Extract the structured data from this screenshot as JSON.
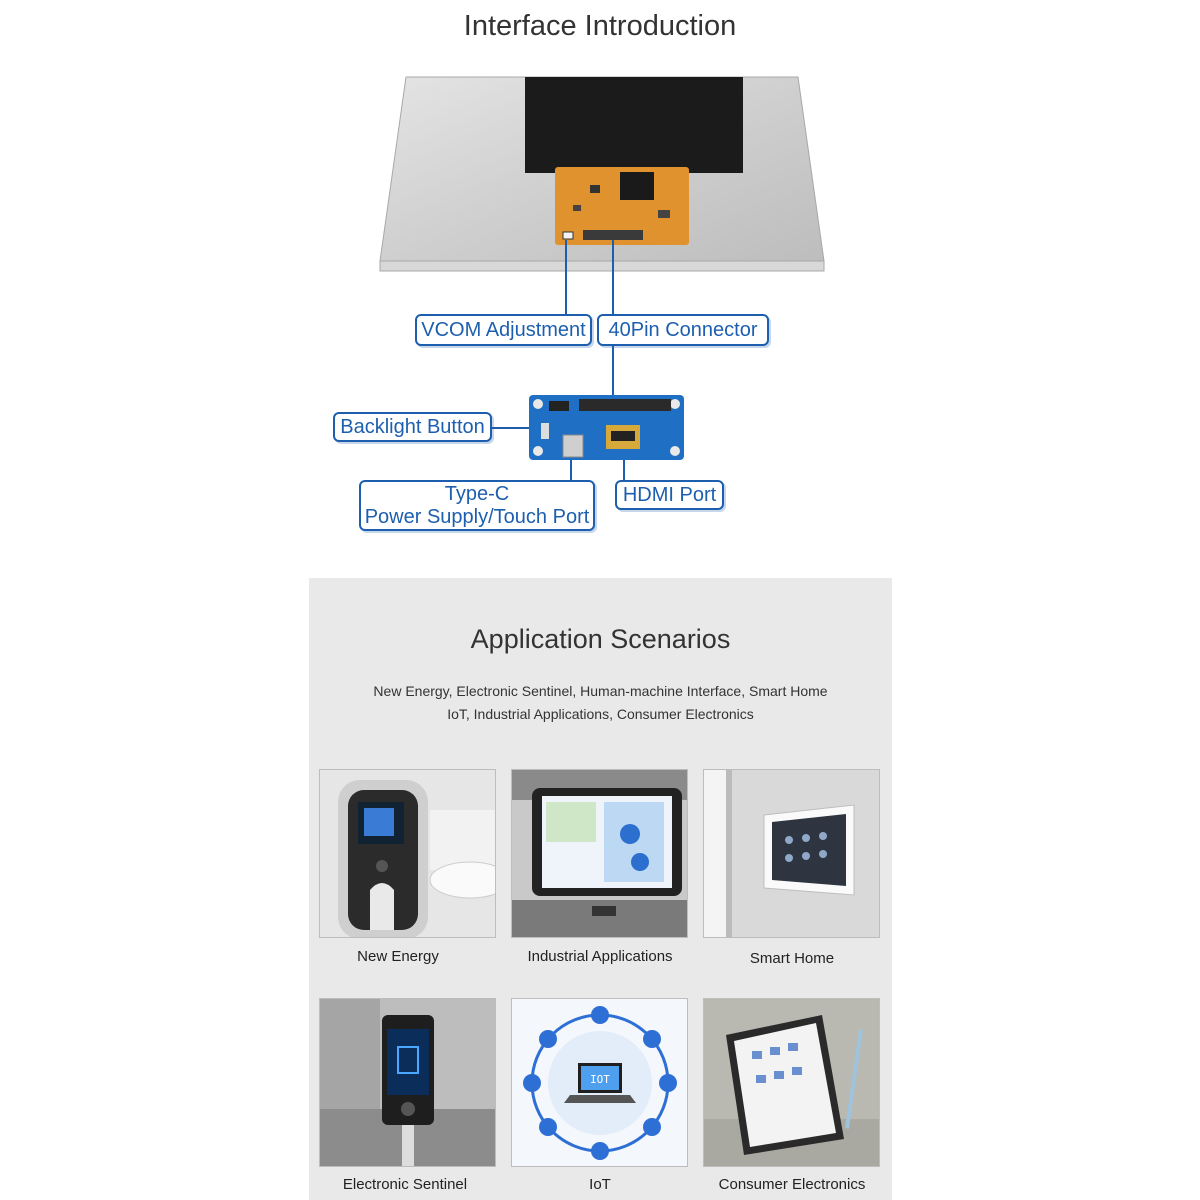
{
  "interface": {
    "title": "Interface Introduction",
    "callouts": {
      "vcom": "VCOM Adjustment",
      "pin40": "40Pin Connector",
      "backlight": "Backlight Button",
      "typec_line1": "Type-C",
      "typec_line2": "Power Supply/Touch Port",
      "hdmi": "HDMI Port"
    },
    "colors": {
      "callout": "#1d5fae",
      "fpc": "#e0922f"
    }
  },
  "applications": {
    "title": "Application Scenarios",
    "subtitle_line1": "New Energy, Electronic Sentinel, Human-machine Interface, Smart Home",
    "subtitle_line2": "IoT, Industrial Applications, Consumer Electronics",
    "tiles": [
      {
        "caption": "New Energy",
        "icon": "ev-charger-image"
      },
      {
        "caption": "Industrial Applications",
        "icon": "industrial-monitor-image"
      },
      {
        "caption": "Smart Home",
        "icon": "wall-panel-image"
      },
      {
        "caption": "Electronic Sentinel",
        "icon": "face-terminal-image"
      },
      {
        "caption": "IoT",
        "icon": "iot-network-image",
        "screen_text": "IOT"
      },
      {
        "caption": "Consumer Electronics",
        "icon": "tablet-image"
      }
    ]
  }
}
